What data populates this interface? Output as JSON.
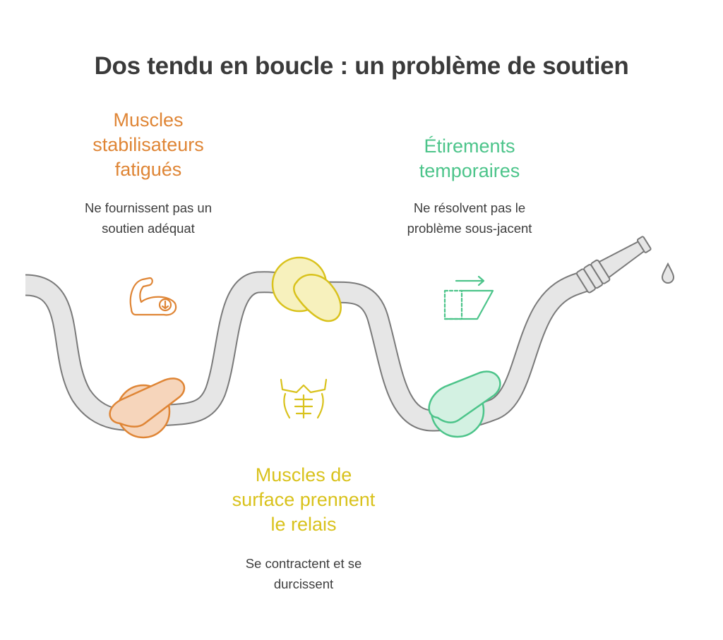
{
  "title": "Dos tendu en boucle : un problème de soutien",
  "colors": {
    "orange": "#df8535",
    "green": "#4cc48a",
    "yellow": "#d9c21c",
    "hose": "#e6e6e6",
    "hose_outline": "#7a7a7a",
    "title": "#3a3a3a"
  },
  "points": [
    {
      "id": "stabilizers",
      "heading": [
        "Muscles",
        "stabilisateurs",
        "fatigués"
      ],
      "description": [
        "Ne fournissent pas un",
        "soutien adéquat"
      ],
      "icon": "flexed-arm-icon",
      "color": "orange"
    },
    {
      "id": "stretching",
      "heading": [
        "Étirements",
        "temporaires"
      ],
      "description": [
        "Ne résolvent pas le",
        "problème sous-jacent"
      ],
      "icon": "stretch-shape-icon",
      "color": "green"
    },
    {
      "id": "surface",
      "heading": [
        "Muscles de",
        "surface prennent",
        "le relais"
      ],
      "description": [
        "Se contractent et se",
        "durcissent"
      ],
      "icon": "torso-muscles-icon",
      "color": "yellow"
    }
  ]
}
